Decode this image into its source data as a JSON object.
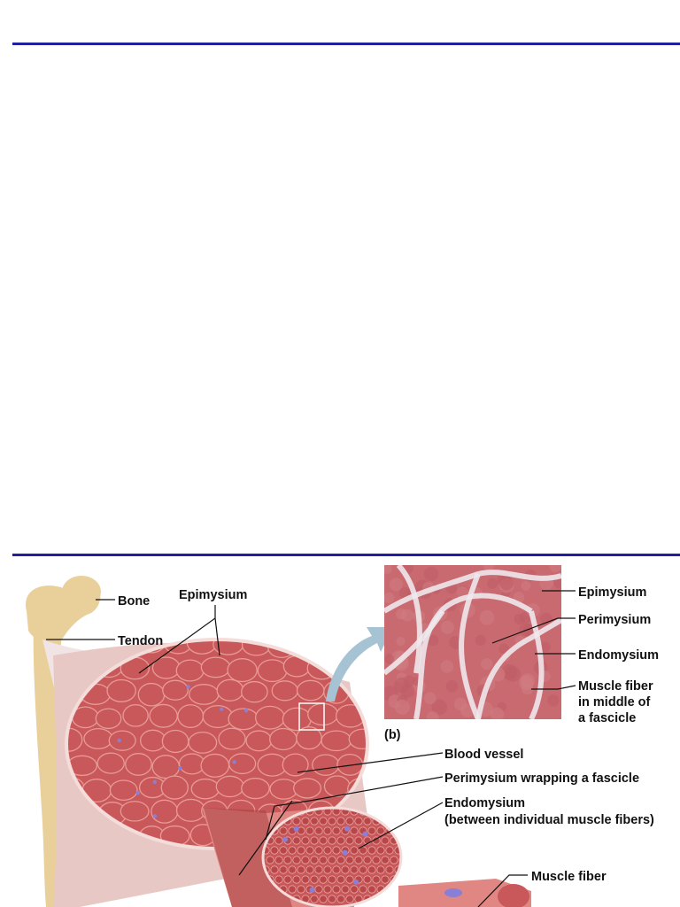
{
  "colors": {
    "rule": "#1f1fa0",
    "muscle": "#c9585a",
    "muscle_dark": "#a8403f",
    "muscle_light": "#e08784",
    "epimysium_sheath": "#e7c8c4",
    "bone": "#e9cf9a",
    "bone_shadow": "#c9a46a",
    "tendon": "#f1e4e4",
    "nucleus": "#8a7fd6",
    "micrograph_tissue": "#c86a70",
    "micrograph_ct": "#eee8ec",
    "arrow": "#a6c3d4"
  },
  "labels": {
    "bone": "Bone",
    "tendon": "Tendon",
    "epimysium_left": "Epimysium",
    "epimysium_micro": "Epimysium",
    "perimysium_micro": "Perimysium",
    "endomysium_micro": "Endomysium",
    "muscle_fiber_micro_1": "Muscle fiber",
    "muscle_fiber_micro_2": "in middle of",
    "muscle_fiber_micro_3": "a fascicle",
    "panel_b": "(b)",
    "blood_vessel": "Blood vessel",
    "perimysium_wrapping": "Perimysium wrapping a fascicle",
    "endomysium_main": "Endomysium",
    "endomysium_sub": "(between individual muscle fibers)",
    "muscle_fiber_main": "Muscle fiber"
  }
}
